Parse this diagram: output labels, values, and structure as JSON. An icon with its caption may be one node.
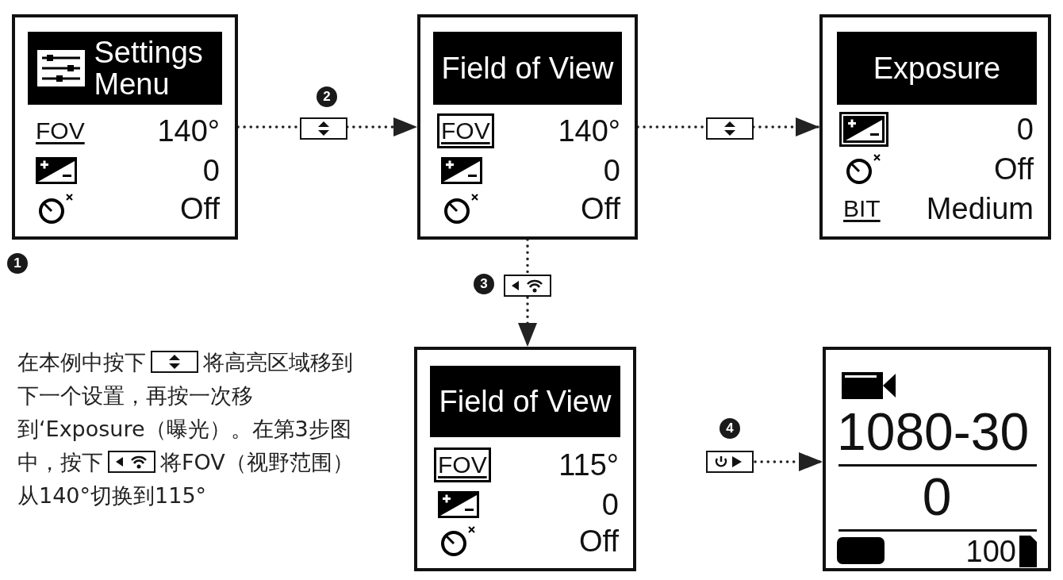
{
  "diagram": {
    "nodes": [
      {
        "text": [
          "Settings Menu",
          "FOV",
          "140°",
          "0",
          "Off"
        ]
      },
      {
        "text": [
          "Field of View",
          "FOV",
          "140°",
          "0",
          "Off"
        ]
      },
      {
        "text": [
          "Exposure",
          "0",
          "Off",
          "BIT",
          "Medium"
        ]
      },
      {
        "text": [
          "Field of View",
          "FOV",
          "115°",
          "0",
          "Off"
        ]
      },
      {
        "text": [
          "1080-30",
          "0",
          "100"
        ]
      }
    ],
    "edges": [
      {
        "from": 0,
        "to": 1,
        "arrow": "to"
      },
      {
        "from": 1,
        "to": 2,
        "arrow": "to"
      },
      {
        "from": 1,
        "to": 3,
        "arrow": "to"
      },
      {
        "from": null,
        "to": 4,
        "arrow": "to"
      }
    ],
    "labels": [
      "1",
      "2",
      "3",
      "4",
      "在本例中按下",
      "将高亮区域移到下一个设置，再按一次移到‘Exposure（曝光）。在第3步图中，按下",
      "将FOV（视野范围）从140°切换到115°"
    ]
  }
}
